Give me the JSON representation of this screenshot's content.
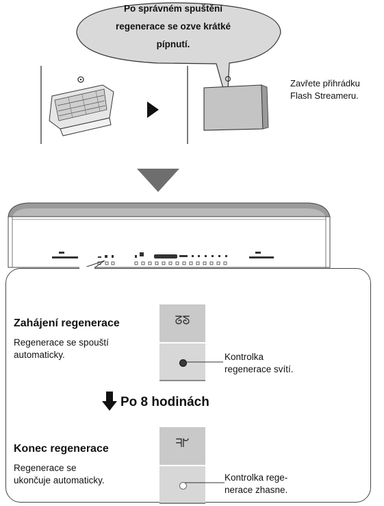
{
  "speech_bubble": {
    "lines": [
      "Po správném spuštění",
      "regenerace se ozve krátké",
      "pípnutí."
    ]
  },
  "side_instruction": {
    "lines": [
      "Zavřete přihrádku",
      "Flash Streameru."
    ]
  },
  "regeneration_start": {
    "title": "Zahájení regenerace",
    "desc_lines": [
      "Regenerace se spouští",
      "automaticky."
    ],
    "indicator_lines": [
      "Kontrolka",
      "regenerace svítí."
    ],
    "indicator_state": "on",
    "indicator_color": "#3a3a3a"
  },
  "after_label": "Po 8 hodinách",
  "regeneration_end": {
    "title": "Konec regenerace",
    "desc_lines": [
      "Regenerace se",
      "ukončuje automaticky."
    ],
    "indicator_lines": [
      "Kontrolka rege-",
      "nerace zhasne."
    ],
    "indicator_state": "off",
    "indicator_color": "#ffffff"
  },
  "colors": {
    "arrow_gray": "#6e6e6e",
    "panel_gray": "#c9c9c9",
    "ink": "#111111"
  },
  "icons": [
    "gear-symbol",
    "lid-symbol",
    "play-arrow-icon",
    "down-triangle-icon",
    "down-arrow-icon"
  ]
}
